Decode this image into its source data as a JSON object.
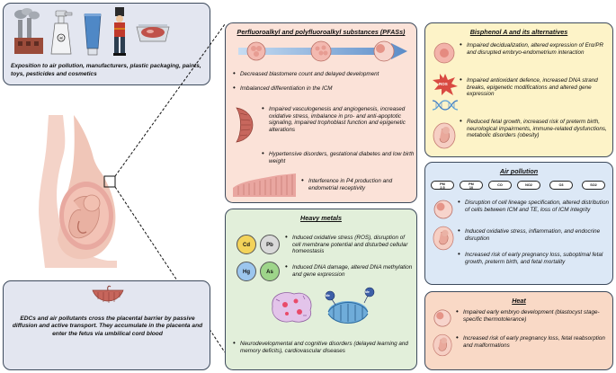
{
  "exposure": {
    "text": "Exposition to air pollution, manufacturers, plastic packaging, paints, toys, pesticides and cosmetics"
  },
  "placenta_panel": {
    "text": "EDCs and air pollutants cross the placental barrier by passive diffusion and active transport. They accumulate in the placenta and enter the fetus via umbilical cord blood"
  },
  "pfas": {
    "title": "Perfluoroalkyl and polyfluoroalkyl substances (PFASs)",
    "items": [
      "Decreased blastomere count and delayed development",
      "Imbalanced differentiation in the ICM",
      "Impaired vasculogenesis and angiogenesis, increased oxidative stress, imbalance in pro- and anti-apoptotic signaling, impaired trophoblast function and epigenetic alterations",
      "Hypertensive disorders, gestational diabetes and low birth weight",
      "Interference in P4 production and endometrial receptivity"
    ]
  },
  "heavy_metals": {
    "title": "Heavy metals",
    "elements": [
      "Cd",
      "Pb",
      "Hg",
      "As"
    ],
    "items": [
      "Induced oxidative stress (ROS), disruption of cell membrane potential and disturbed cellular homeostasis",
      "Induced DNA damage, altered DNA methylation and gene expression",
      "Neurodevelopmental and cognitive disorders (delayed learning and memory deficits), cardiovascular diseases"
    ],
    "me_labels": [
      "Me",
      "Me"
    ]
  },
  "bpa": {
    "title": "Bisphenol A and its alternatives",
    "ros_label": "ROS",
    "items": [
      "Impaired decidualization, altered expression of Erα/PR and disrupted embryo-endometrium interaction",
      "Impaired antioxidant defence, increased DNA strand breaks, epigenetic modifications and altered gene expression",
      "Reduced fetal growth, increased risk of preterm birth, neurological impairments, immune-related dysfunctions, metabolic disorders (obesity)"
    ]
  },
  "air": {
    "title": "Air pollution",
    "pollutants": [
      {
        "top": "PM",
        "bottom": "2.5"
      },
      {
        "top": "PM",
        "bottom": "10"
      },
      {
        "top": "CO",
        "bottom": ""
      },
      {
        "top": "NO2",
        "bottom": ""
      },
      {
        "top": "O3",
        "bottom": ""
      },
      {
        "top": "SO2",
        "bottom": ""
      }
    ],
    "items": [
      "Disruption of cell lineage specification, altered distribution of cells between ICM and TE, loss of ICM integrity",
      "Induced oxidative stress, inflammation, and endocrine disruption",
      "Increased risk of early pregnancy loss, suboptimal fetal growth, preterm birth, and fetal mortality"
    ]
  },
  "heat": {
    "title": "Heat",
    "items": [
      "Impaired early embryo development (blastocyst stage-specific thermotolerance)",
      "Increased risk of early pregnancy loss, fetal reabsorption and malformations"
    ]
  },
  "colors": {
    "border": "#3d4a5c",
    "exposure_bg": "#e3e6f0",
    "pfas_bg": "#fbe2d8",
    "metals_bg": "#e2efda",
    "bpa_bg": "#fdf3c8",
    "air_bg": "#dce8f6",
    "heat_bg": "#f9d9c6"
  }
}
